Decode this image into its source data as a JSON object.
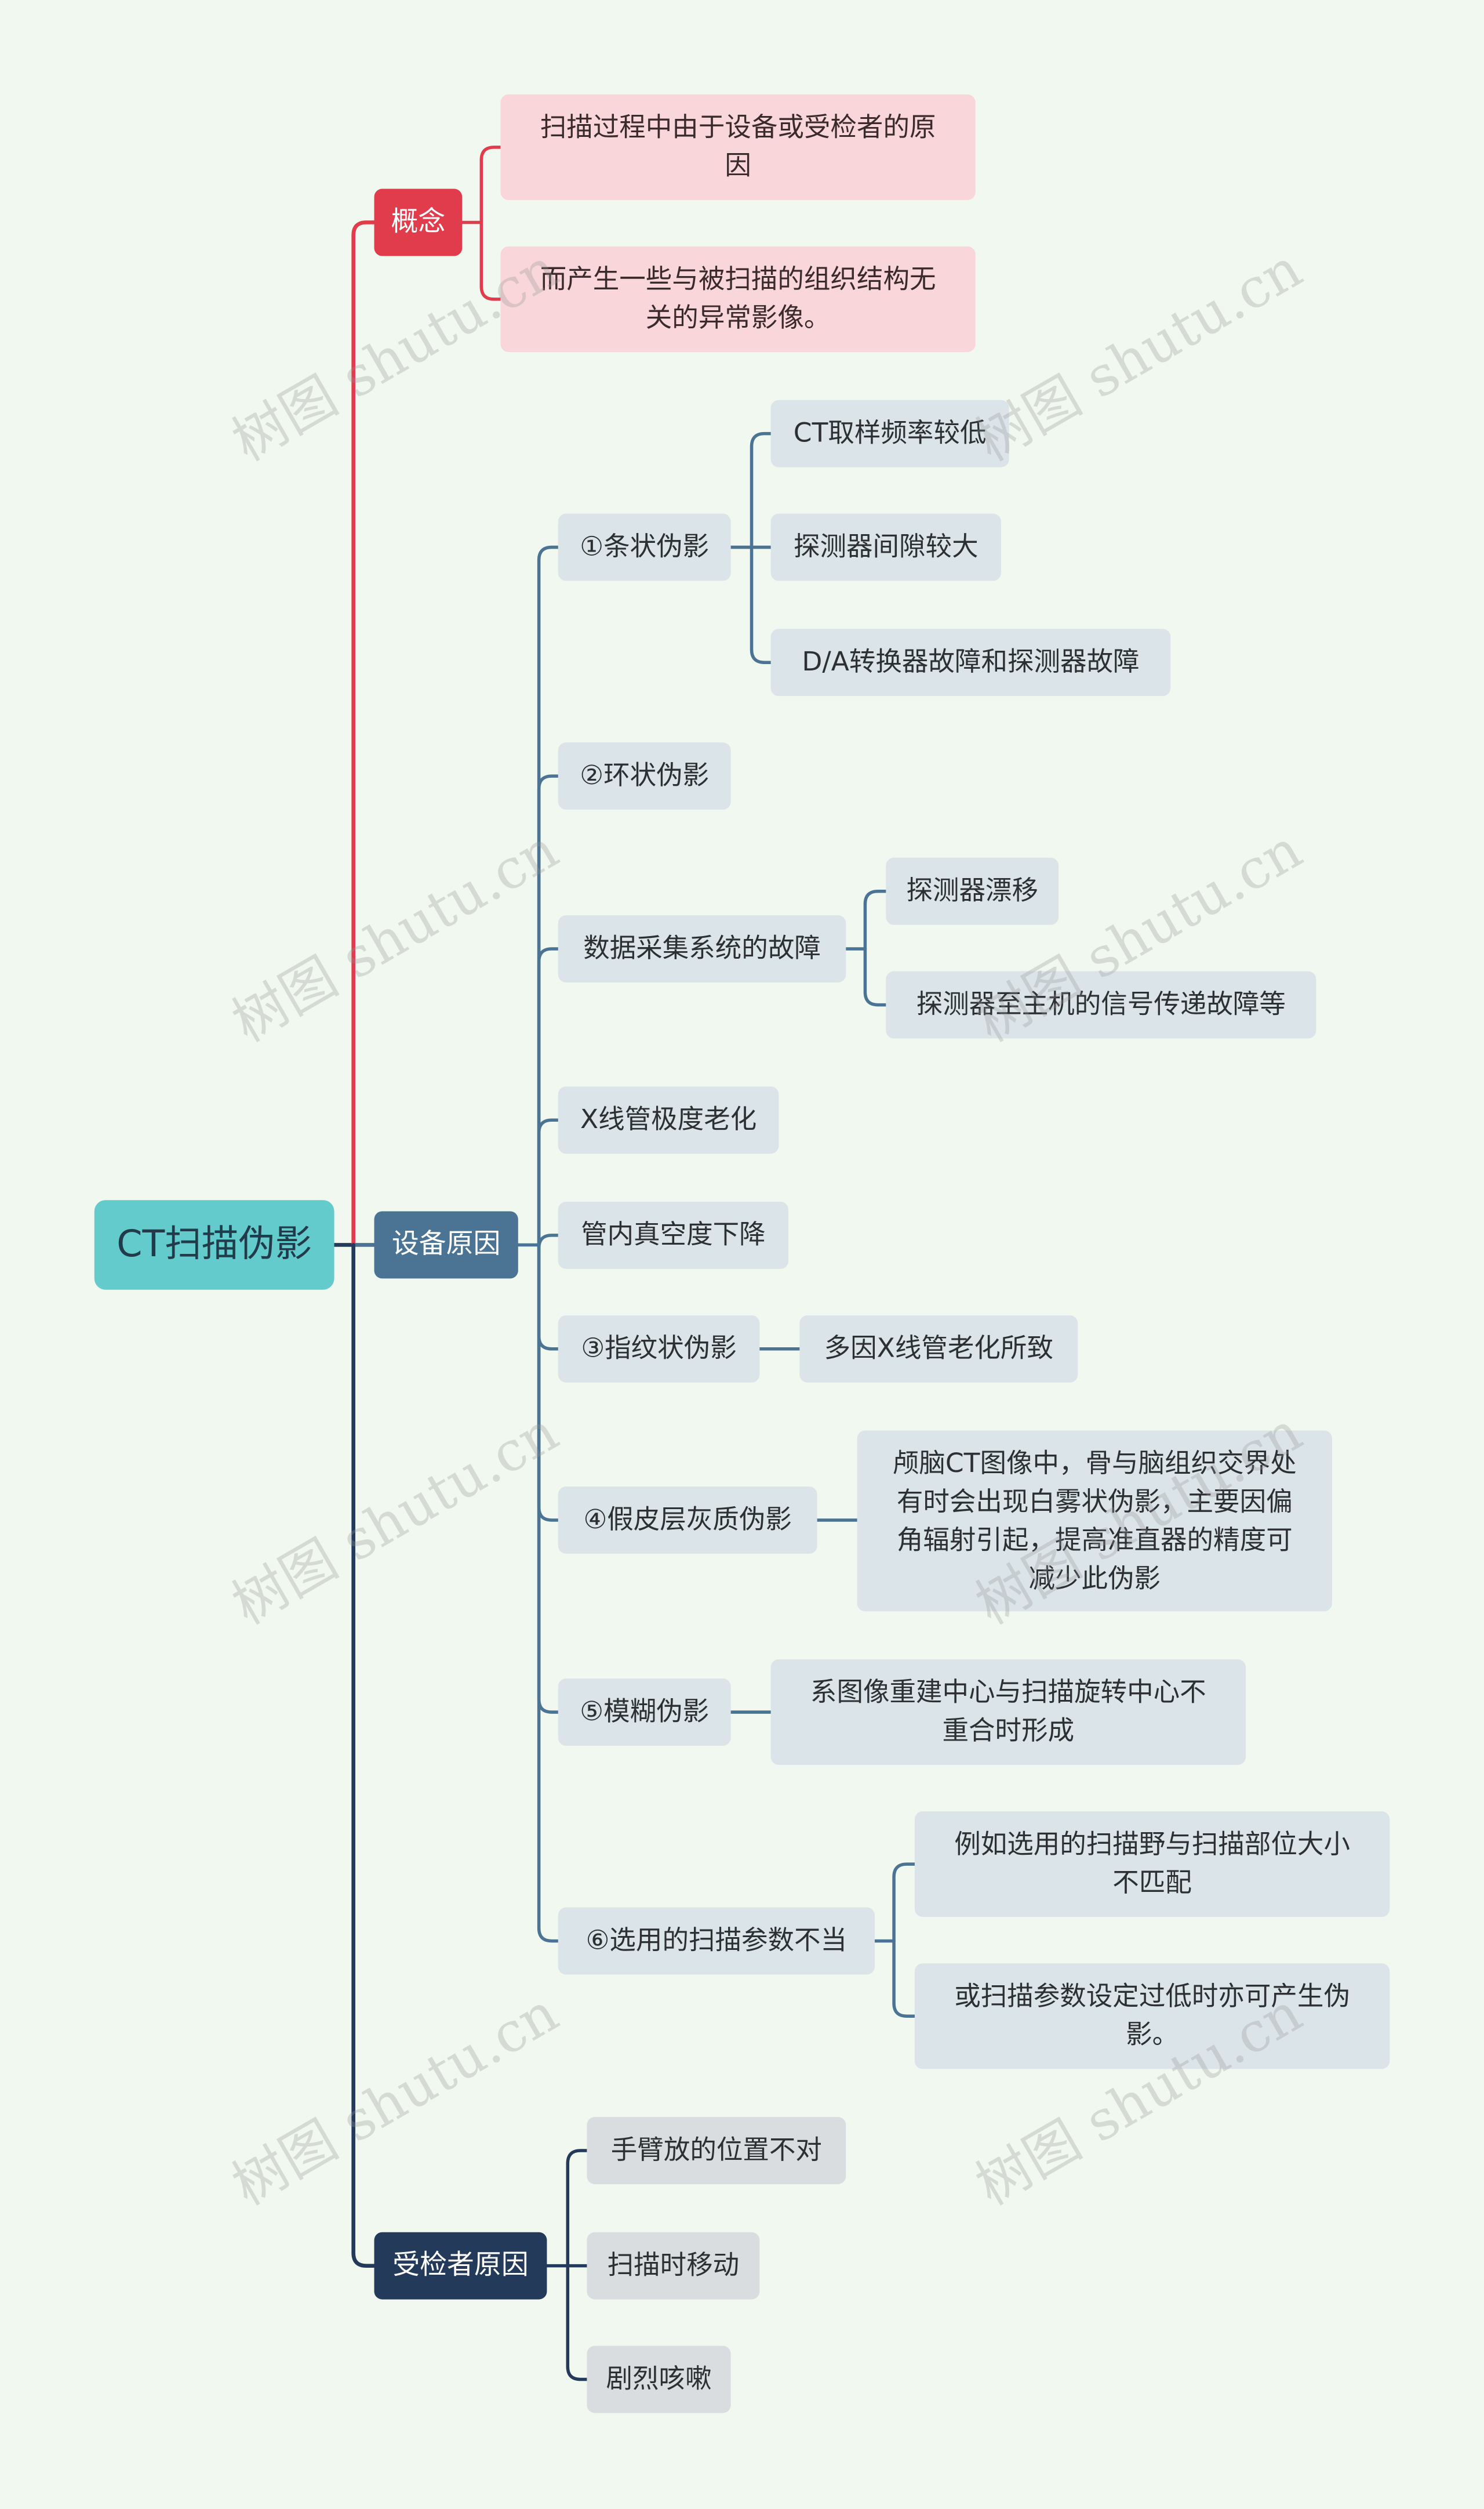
{
  "root": {
    "label": "CT扫描伪影"
  },
  "colors": {
    "background": "#f1f8ef",
    "root": "#63cbcc",
    "concept": "#e03c4c",
    "equipment": "#4b7393",
    "patient": "#233a5b",
    "leaf_concept": "#f9d6da",
    "leaf_equipment": "#dbe4e9",
    "leaf_patient": "#dadde0"
  },
  "branches": {
    "concept": {
      "label": "概念",
      "items": [
        {
          "text": "扫描过程中由于设备或受检者的原\n因"
        },
        {
          "text": "而产生一些与被扫描的组织结构无\n关的异常影像。"
        }
      ]
    },
    "equipment": {
      "label": "设备原因",
      "items": [
        {
          "text": "①条状伪影",
          "children": [
            "CT取样频率较低",
            "探测器间隙较大",
            "D/A转换器故障和探测器故障"
          ]
        },
        {
          "text": "②环状伪影",
          "children": []
        },
        {
          "text": "数据采集系统的故障",
          "children": [
            "探测器漂移",
            "探测器至主机的信号传递故障等"
          ]
        },
        {
          "text": "X线管极度老化",
          "children": []
        },
        {
          "text": "管内真空度下降",
          "children": []
        },
        {
          "text": "③指纹状伪影",
          "children": [
            "多因X线管老化所致"
          ]
        },
        {
          "text": "④假皮层灰质伪影",
          "children": [
            "颅脑CT图像中，骨与脑组织交界处\n有时会出现白雾状伪影，主要因偏\n角辐射引起，提高准直器的精度可\n减少此伪影"
          ]
        },
        {
          "text": "⑤模糊伪影",
          "children": [
            "系图像重建中心与扫描旋转中心不\n重合时形成"
          ]
        },
        {
          "text": "⑥选用的扫描参数不当",
          "children": [
            "例如选用的扫描野与扫描部位大小\n不匹配",
            "或扫描参数设定过低时亦可产生伪\n影。"
          ]
        }
      ]
    },
    "patient": {
      "label": "受检者原因",
      "items": [
        {
          "text": "手臂放的位置不对"
        },
        {
          "text": "扫描时移动"
        },
        {
          "text": "剧烈咳嗽"
        }
      ]
    }
  },
  "watermark": "树图 shutu.cn"
}
